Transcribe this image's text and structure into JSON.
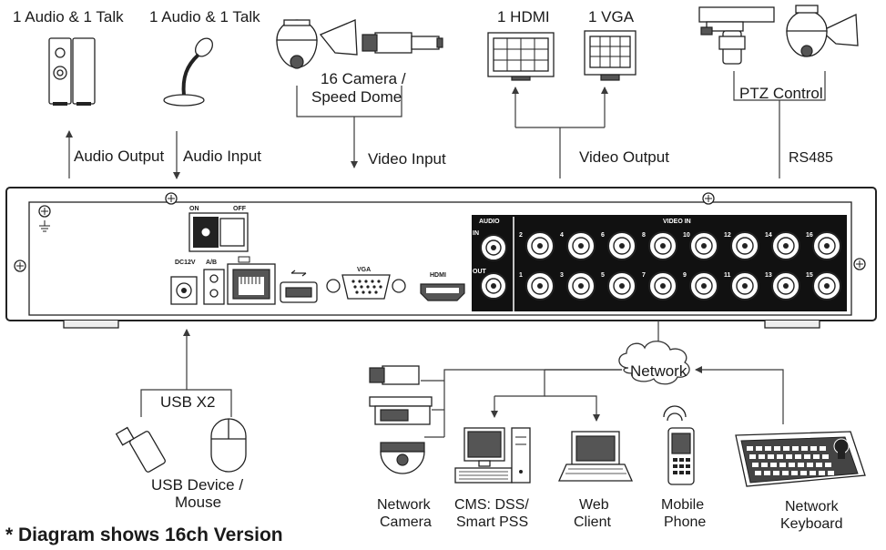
{
  "labels": {
    "audio_talk_1": "1 Audio  & 1 Talk",
    "audio_talk_2": "1 Audio & 1 Talk",
    "camera_line1": "16  Camera /",
    "camera_line2": "Speed Dome",
    "hdmi_out": "1 HDMI",
    "vga_out": "1 VGA",
    "ptz_control": "PTZ Control",
    "audio_output": "Audio  Output",
    "audio_input": "Audio  Input",
    "video_input": "Video Input",
    "video_output": "Video Output",
    "rs485": "RS485",
    "usb_x2": "USB X2",
    "usb_device_line1": "USB Device /",
    "usb_device_line2": "Mouse",
    "network": "Network",
    "network_camera_line1": "Network",
    "network_camera_line2": "Camera",
    "cms_line1": "CMS: DSS/",
    "cms_line2": "Smart PSS",
    "web_line1": "Web",
    "web_line2": "Client",
    "mobile_line1": "Mobile",
    "mobile_line2": "Phone",
    "keyboard_line1": "Network",
    "keyboard_line2": "Keyboard",
    "footnote": "* Diagram shows 16ch Version"
  },
  "panel": {
    "on": "ON",
    "off": "OFF",
    "dc": "DC12V",
    "ab": "A/B",
    "vga": "VGA",
    "hdmi": "HDMI",
    "audio": "AUDIO",
    "audio_in": "IN",
    "audio_out": "OUT",
    "video_in": "VIDEO IN",
    "top_numbers": [
      "2",
      "4",
      "6",
      "8",
      "10",
      "12",
      "14",
      "16"
    ],
    "bottom_numbers": [
      "1",
      "3",
      "5",
      "7",
      "9",
      "11",
      "13",
      "15"
    ]
  }
}
